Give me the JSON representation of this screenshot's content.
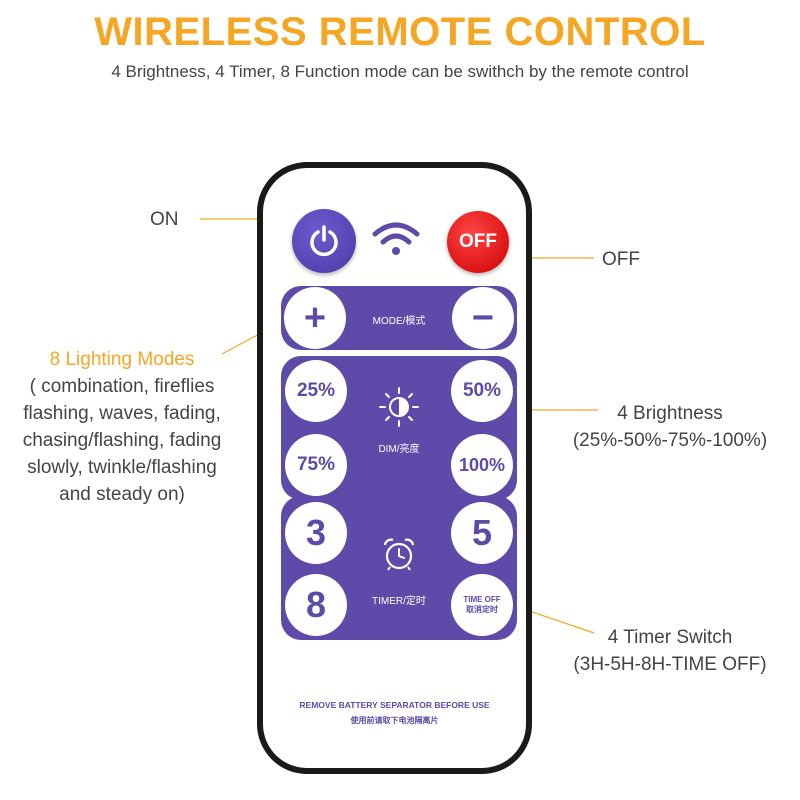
{
  "header": {
    "title": "WIRELESS REMOTE CONTROL",
    "subtitle": "4 Brightness, 4 Timer, 8 Function mode can be swithch by the remote control"
  },
  "callouts": {
    "on": "ON",
    "off": "OFF",
    "modes_title": "8 Lighting Modes",
    "modes_line1": "( combination, fireflies",
    "modes_line2": "flashing, waves, fading,",
    "modes_line3": "chasing/flashing, fading",
    "modes_line4": "slowly, twinkle/flashing",
    "modes_line5": "and steady on)",
    "brightness_title": "4 Brightness",
    "brightness_values": "(25%-50%-75%-100%)",
    "timer_title": "4 Timer Switch",
    "timer_values": "(3H-5H-8H-TIME OFF)"
  },
  "remote": {
    "off_label": "OFF",
    "mode_label": "MODE/模式",
    "plus": "+",
    "minus": "−",
    "dim_label": "DIM/亮度",
    "b25": "25%",
    "b50": "50%",
    "b75": "75%",
    "b100": "100%",
    "timer_label": "TIMER/定时",
    "t3": "3",
    "t5": "5",
    "t8": "8",
    "timeoff_en": "TIME OFF",
    "timeoff_cn": "取消定时",
    "footer_en": "REMOVE BATTERY SEPARATOR BEFORE USE",
    "footer_cn": "使用前请取下电池隔离片"
  },
  "colors": {
    "accent": "#f5a623",
    "panel": "#5e4aa8",
    "off_red": "#cc0000",
    "casing": "#1a1a1a"
  }
}
